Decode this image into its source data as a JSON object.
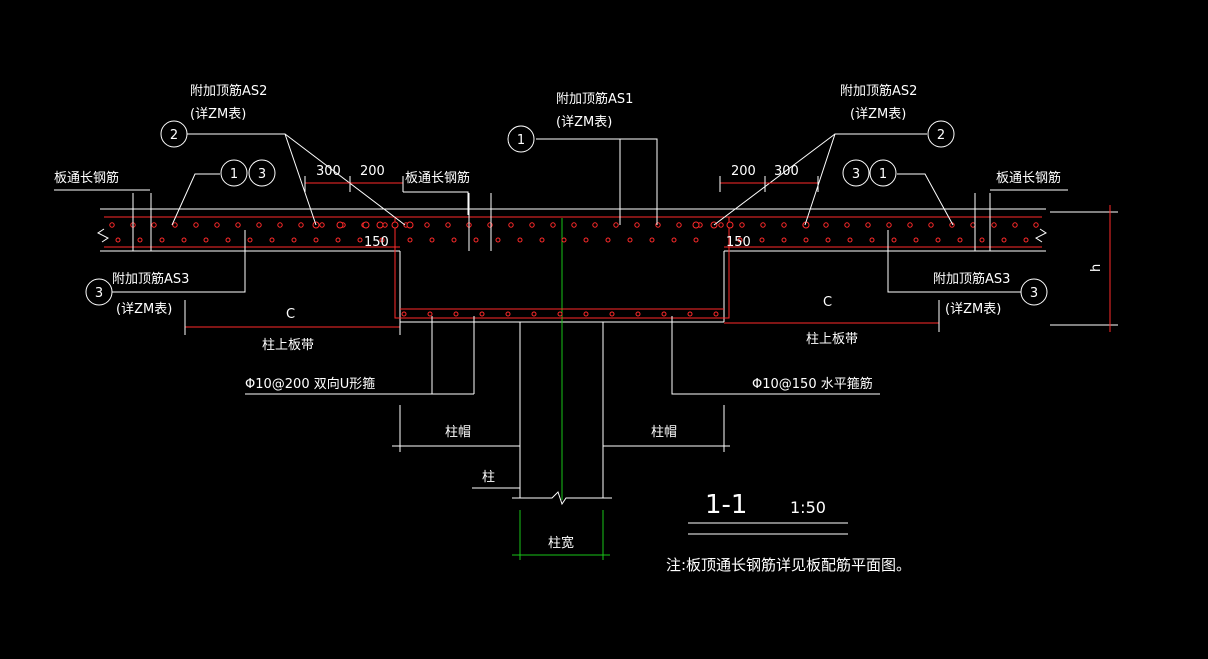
{
  "labels": {
    "as1_title": "附加顶筋AS1",
    "as1_ref": "(详ZM表)",
    "as2_left_title": "附加顶筋AS2",
    "as2_left_ref": "(详ZM表)",
    "as2_right_title": "附加顶筋AS2",
    "as2_right_ref": "(详ZM表)",
    "as3_left_title": "附加顶筋AS3",
    "as3_left_ref": "(详ZM表)",
    "as3_right_title": "附加顶筋AS3",
    "as3_right_ref": "(详ZM表)",
    "slab_long_left": "板通长钢筋",
    "slab_long_mid": "板通长钢筋",
    "slab_long_right": "板通长钢筋",
    "column_strip_left": "柱上板带",
    "column_strip_right": "柱上板带",
    "c_left": "C",
    "c_right": "C",
    "stirrup_u": "Φ10@200 双向U形箍",
    "stirrup_h": "Φ10@150 水平箍筋",
    "cap_left": "柱帽",
    "cap_right": "柱帽",
    "column": "柱",
    "column_width": "柱宽",
    "h": "h"
  },
  "dims": {
    "l300": "300",
    "l200": "200",
    "r200": "200",
    "r300": "300",
    "l150": "150",
    "r150": "150"
  },
  "bubbles": {
    "b2_left": "2",
    "b1_left": "1",
    "b3_left": "3",
    "b1_mid": "1",
    "b2_right": "2",
    "b3_right": "3",
    "b1_right": "1",
    "b3_left_bottom": "3",
    "b3_right_bottom": "3"
  },
  "title": {
    "section": "1-1",
    "scale": "1:50",
    "note": "注:板顶通长钢筋详见板配筋平面图。"
  },
  "colors": {
    "line": "#ffffff",
    "rebar": "#ff2a2a",
    "axis": "#19c419",
    "background": "#000000"
  }
}
